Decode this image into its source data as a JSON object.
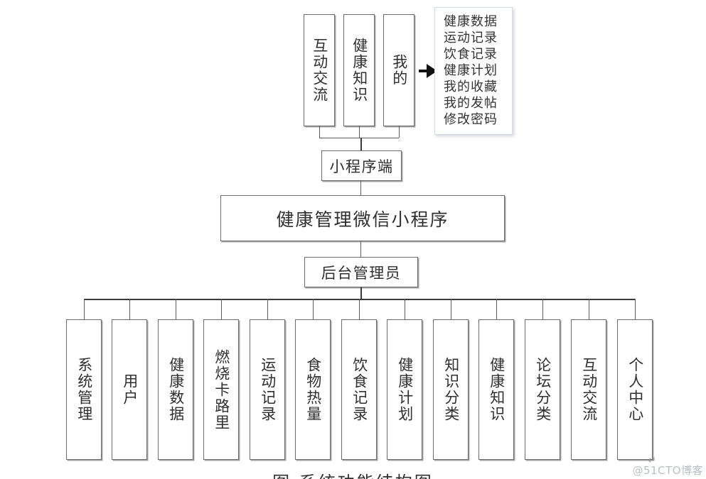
{
  "diagram": {
    "title": "健康管理微信小程序系统功能结构图",
    "caption": "图    系统功能结构图",
    "watermark": "@51CTO博客",
    "watermark_mark": "↵",
    "colors": {
      "box_border": "#6b6b6b",
      "box_shadow": "#5a5a5a",
      "line": "#5e5e5e",
      "line_thick": "#3a3a3a",
      "text": "#2f2f2f",
      "list_border": "#d7dde6",
      "arrow": "#111111",
      "background": "#ffffff"
    },
    "client_tabs": [
      {
        "label": "互动交流"
      },
      {
        "label": "健康知识"
      },
      {
        "label": "我的"
      }
    ],
    "mine_menu": {
      "items": [
        {
          "label": "健康数据"
        },
        {
          "label": "运动记录"
        },
        {
          "label": "饮食记录"
        },
        {
          "label": "健康计划"
        },
        {
          "label": "我的收藏"
        },
        {
          "label": "我的发帖"
        },
        {
          "label": "修改密码"
        }
      ]
    },
    "client_node": {
      "label": "小程序端"
    },
    "system_node": {
      "label": "健康管理微信小程序"
    },
    "admin_node": {
      "label": "后台管理员"
    },
    "admin_modules": [
      {
        "label": "系统管理"
      },
      {
        "label": "用户"
      },
      {
        "label": "健康数据"
      },
      {
        "label": "燃烧卡路里"
      },
      {
        "label": "运动记录"
      },
      {
        "label": "食物热量"
      },
      {
        "label": "饮食记录"
      },
      {
        "label": "健康计划"
      },
      {
        "label": "知识分类"
      },
      {
        "label": "健康知识"
      },
      {
        "label": "论坛分类"
      },
      {
        "label": "互动交流"
      },
      {
        "label": "个人中心"
      }
    ]
  }
}
